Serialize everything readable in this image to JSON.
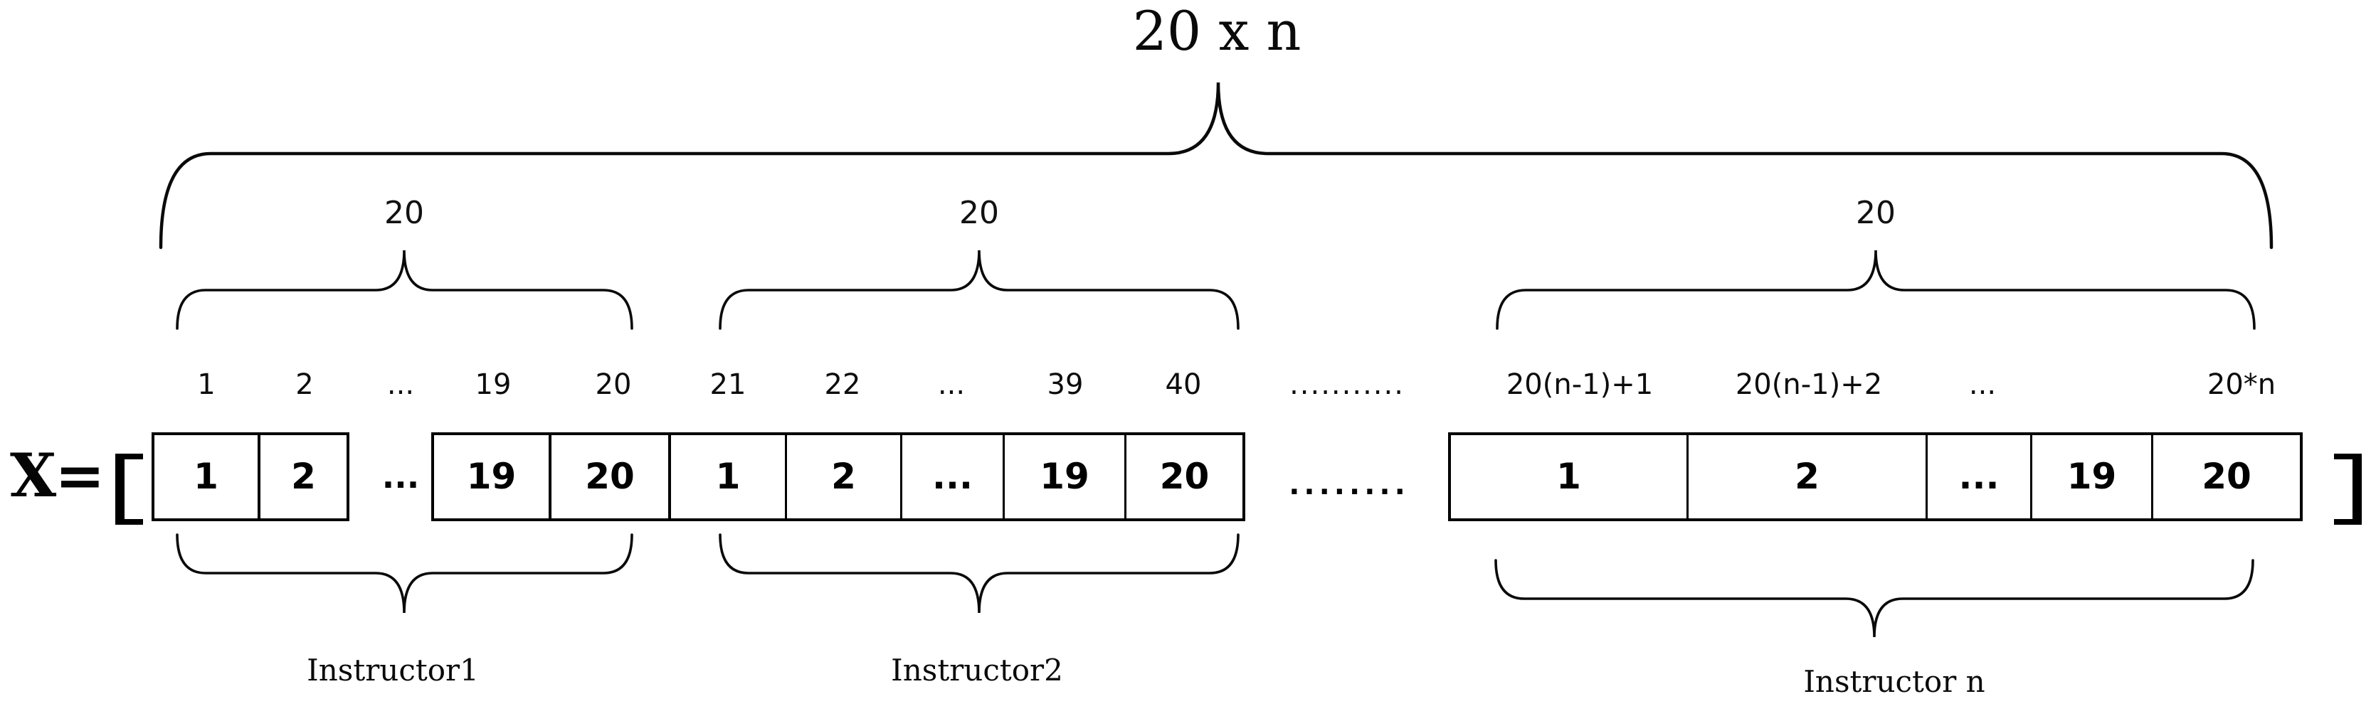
{
  "title": "20 x n",
  "equation": {
    "lhs": "X=",
    "open_bracket": "[",
    "close_bracket": "]"
  },
  "separators": {
    "index_row_dots": "...........",
    "cell_row_dots": "........"
  },
  "groups": [
    {
      "name": "group-1",
      "size_label": "20",
      "indices": [
        "1",
        "2",
        "...",
        "19",
        "20"
      ],
      "cells": [
        "1",
        "2",
        "...",
        "19",
        "20"
      ],
      "instructor_label": "Instructor1"
    },
    {
      "name": "group-2",
      "size_label": "20",
      "indices": [
        "21",
        "22",
        "...",
        "39",
        "40"
      ],
      "cells": [
        "1",
        "2",
        "...",
        "19",
        "20"
      ],
      "instructor_label": "Instructor2"
    },
    {
      "name": "group-n",
      "size_label": "20",
      "indices": [
        "20(n-1)+1",
        "20(n-1)+2",
        "...",
        "20*n"
      ],
      "cells": [
        "1",
        "2",
        "...",
        "19",
        "20"
      ],
      "instructor_label": "Instructor n"
    }
  ]
}
